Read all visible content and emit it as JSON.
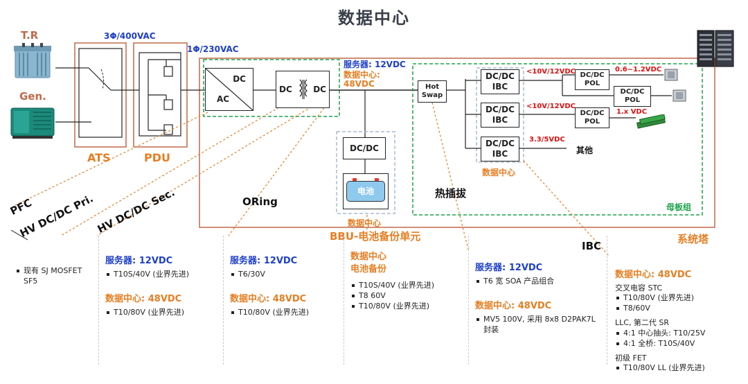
{
  "title": "数据中心",
  "labels": {
    "tr": "T.R",
    "gen": "Gen.",
    "v400": "3Φ/400VAC",
    "v230": "1Φ/230VAC",
    "ats": "ATS",
    "pdu": "PDU",
    "server_12v": "服务器: 12VDC",
    "dc_48v_line1": "数据中心:",
    "dc_48v_line2": "48VDC",
    "bbu": "BBU-电池备份单元",
    "bbu_dc_label": "数据中心",
    "ibc_dc_label": "数据中心",
    "hot_plug": "热插拔",
    "motherboard": "母板组",
    "system_tower": "系统塔",
    "ibc": "IBC",
    "oring": "ORing",
    "other": "其他",
    "v10_12_a": "<10V/12VDC",
    "v10_12_b": "<10V/12VDC",
    "v33_5": "3.3/5VDC",
    "v06_12": "0.6~1.2VDC",
    "v1x": "1.x VDC"
  },
  "blocks": {
    "acdc_dc": "DC",
    "acdc_ac": "AC",
    "dcdc_left": "DC",
    "dcdc_right": "DC",
    "bbu_dcdc": "DC/DC",
    "battery": "电池",
    "hotswap": "Hot\nSwap",
    "ibc1": "DC/DC\nIBC",
    "ibc2": "DC/DC\nIBC",
    "ibc3": "DC/DC\nIBC",
    "pol1": "DC/DC\nPOL",
    "pol2": "DC/DC\nPOL",
    "pol3": "DC/DC\nPOL"
  },
  "diagonals": {
    "pfc": "PFC",
    "hv_pri": "HV DC/DC Pri.",
    "hv_sec": "HV DC/DC Sec."
  },
  "columns": {
    "c1": {
      "items": [
        "现有 SJ MOSFET",
        "SF5"
      ]
    },
    "c2": {
      "h1": "服务器: 12VDC",
      "items1": [
        "T10S/40V (业界先进)"
      ],
      "h2": "数据中心: 48VDC",
      "items2": [
        "T10/80V (业界先进)"
      ]
    },
    "c3": {
      "h1": "服务器: 12VDC",
      "items1": [
        "T6/30V"
      ],
      "h2": "数据中心: 48VDC",
      "items2": [
        "T10/80V (业界先进)"
      ]
    },
    "c4": {
      "h1a": "数据中心",
      "h1b": "电池备份",
      "items1": [
        "T10S/40V (业界先进)",
        "T8 60V",
        "T10/80V (业界先进)"
      ]
    },
    "c5": {
      "h1": "服务器: 12VDC",
      "items1": [
        "T6 宽 SOA 产品组合"
      ],
      "h2": "数据中心: 48VDC",
      "items2a": "MV5 100V, 采用 8x8 D2PAK7L",
      "items2b": "封装"
    },
    "c6": {
      "h1": "数据中心: 48VDC",
      "t1": "交叉电容 STC",
      "items1": [
        "T10/80V (业界先进)",
        "T8/60V"
      ],
      "t2": "LLC, 第二代 SR",
      "items2": [
        "4:1 中心抽头: T10/25V",
        "4:1 全桥: T10S/40V"
      ],
      "t3": "初级 FET",
      "items3": [
        "T10/80V LL (业界先进)"
      ]
    }
  },
  "icons": [
    "transformer-icon",
    "generator-icon",
    "server-rack-icon",
    "cpu-chip-icon",
    "memory-stick-icon"
  ],
  "colors": {
    "orange": "#e67e22",
    "blue": "#1e3fc8",
    "red": "#e01010",
    "green": "#1aa34a",
    "frame": "#c0694a"
  }
}
